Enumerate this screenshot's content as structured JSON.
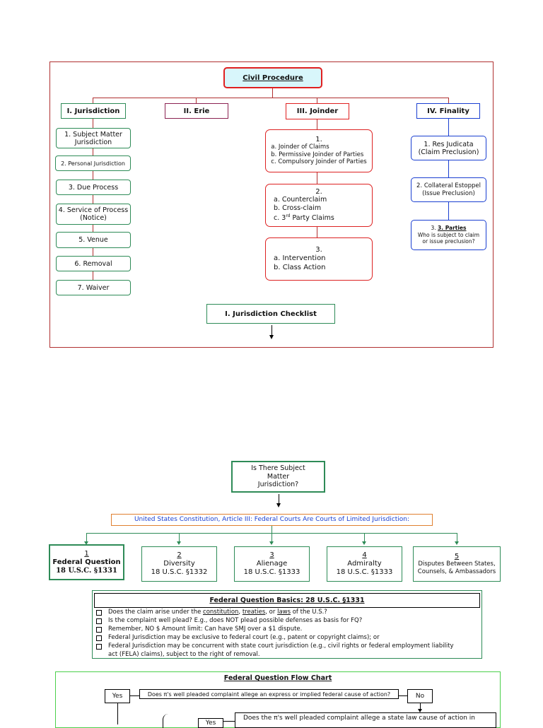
{
  "top": {
    "root": "Civil Procedure",
    "sections": [
      {
        "label": "I.  Jurisdiction"
      },
      {
        "label": "II.  Erie"
      },
      {
        "label": "III.  Joinder"
      },
      {
        "label": "IV.  Finality"
      }
    ],
    "jurisdiction_items": [
      "1. Subject Matter Jurisdiction",
      "2. Personal Jurisdiction",
      "3. Due Process",
      "4. Service of Process (Notice)",
      "5. Venue",
      "6. Removal",
      "7. Waiver"
    ],
    "joinder": [
      {
        "num": "1.",
        "lines": [
          "a. Joinder of Claims",
          "b. Permissive Joinder of Parties",
          "c. Compulsory Joinder of Parties"
        ]
      },
      {
        "num": "2.",
        "lines": [
          "a. Counterclaim",
          "b. Cross-claim",
          "c. 3rd Party Claims"
        ]
      },
      {
        "num": "3.",
        "lines": [
          "a. Intervention",
          "b. Class Action"
        ]
      }
    ],
    "finality": [
      {
        "l1": "1. Res Judicata",
        "l2": "(Claim Preclusion)"
      },
      {
        "l1": "2. Collateral Estoppel",
        "l2": "(Issue Preclusion)"
      },
      {
        "l1": "3. Parties",
        "l2": "Who is subject to claim or issue preclusion?"
      }
    ],
    "checklist": "I.  Jurisdiction Checklist"
  },
  "smj": {
    "question": "Is There Subject Matter Jurisdiction?",
    "constitution": "United States Constitution, Article III:  Federal Courts Are Courts of Limited Jurisdiction:",
    "types": [
      {
        "num": "1",
        "l1": "Federal Question",
        "l2": "18 U.S.C. §1331"
      },
      {
        "num": "2",
        "l1": "Diversity",
        "l2": "18 U.S.C. §1332"
      },
      {
        "num": "3",
        "l1": "Alienage",
        "l2": "18 U.S.C. §1333"
      },
      {
        "num": "4",
        "l1": "Admiralty",
        "l2": "18 U.S.C. §1333"
      },
      {
        "num": "5",
        "l1": "Disputes Between States,",
        "l2": "Counsels, & Ambassadors"
      }
    ],
    "basics_title": "Federal Question Basics:  28 U.S.C. §1331",
    "basics": [
      "Does the claim arise under  the constitution, treaties, or laws of the U.S.?",
      "Is the complaint well plead?  E.g., does NOT plead possible defenses as basis for FQ?",
      "Remember, NO $ Amount limit:  Can have SMJ over a $1 dispute.",
      "Federal Jurisdiction may be exclusive to federal court (e.g., patent or copyright claims); or",
      "Federal Jurisdiction may be concurrent with state court jurisdiction (e.g., civil rights or federal employment liability act (FELA) claims), subject to the right of removal."
    ],
    "flow_title": "Federal Question Flow Chart",
    "flow_q1": "Does π's well pleaded complaint allege an express or implied federal cause of action?",
    "flow_yes": "Yes",
    "flow_no": "No",
    "flow_q2": "Does the π's well pleaded complaint allege a state law cause of action in",
    "flow_yes2": "Yes"
  }
}
